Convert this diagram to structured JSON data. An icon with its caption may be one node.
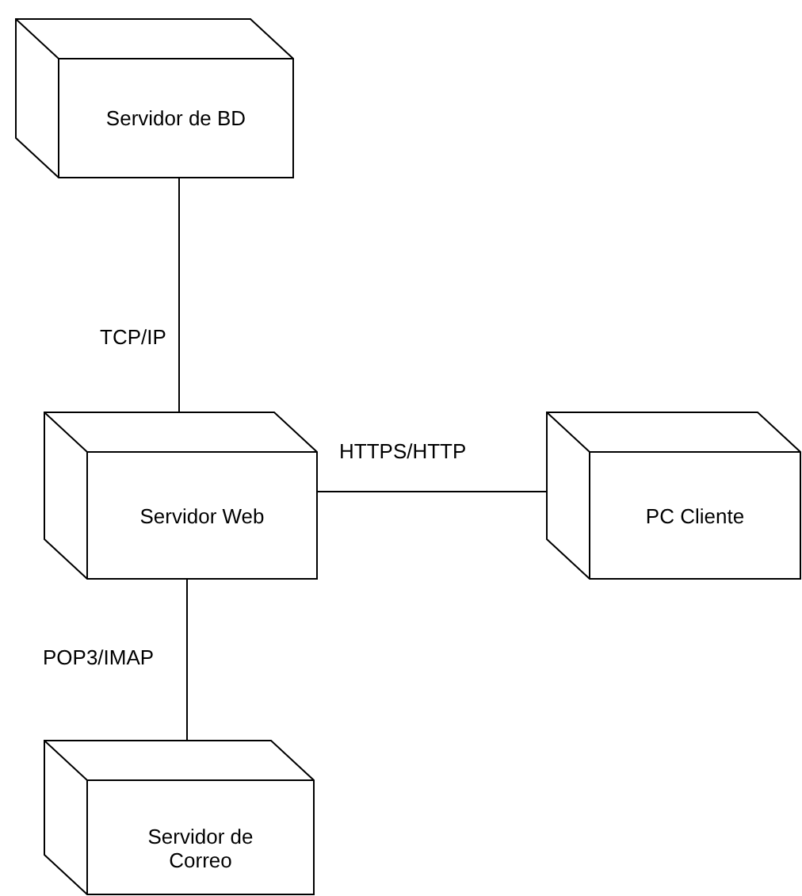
{
  "diagram": {
    "nodes": [
      {
        "text": [
          "Servidor de BD"
        ]
      },
      {
        "text": [
          "Servidor Web"
        ]
      },
      {
        "text": [
          "PC Cliente"
        ]
      },
      {
        "text": [
          "Servidor de Correo"
        ]
      }
    ],
    "edges": [
      {
        "from": 0,
        "to": 1,
        "arrow": "none",
        "label": "TCP/IP"
      },
      {
        "from": 1,
        "to": 2,
        "arrow": "none",
        "label": "HTTPS/HTTP"
      },
      {
        "from": 1,
        "to": 3,
        "arrow": "none",
        "label": "POP3/IMAP"
      }
    ]
  }
}
